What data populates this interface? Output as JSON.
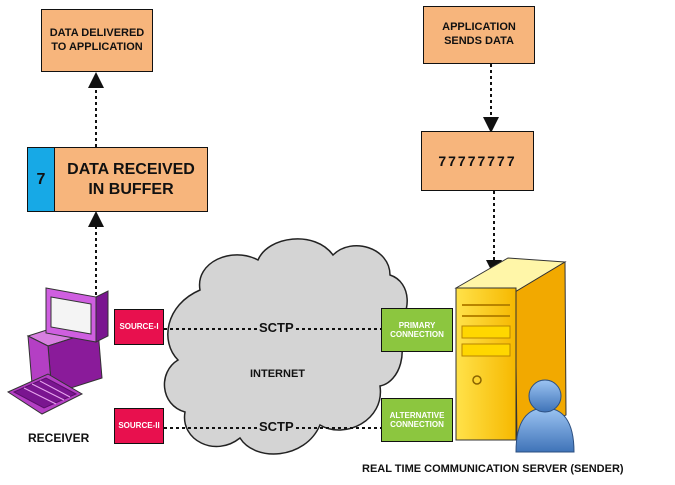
{
  "boxes": {
    "data_delivered": "DATA DELIVERED TO APPLICATION",
    "buffer_number": "7",
    "data_received": "DATA RECEIVED IN BUFFER",
    "app_sends": "APPLICATION SENDS DATA",
    "data_packet": "77777777"
  },
  "sources": {
    "source1": "SOURCE-I",
    "source2": "SOURCE-II"
  },
  "connections": {
    "primary": "PRIMARY CONNECTION",
    "alternative": "ALTERNATIVE CONNECTION"
  },
  "protocol": {
    "top": "SCTP",
    "bottom": "SCTP"
  },
  "cloud_label": "INTERNET",
  "receiver_label": "RECEIVER",
  "server_label": "REAL TIME COMMUNICATION SERVER (SENDER)"
}
